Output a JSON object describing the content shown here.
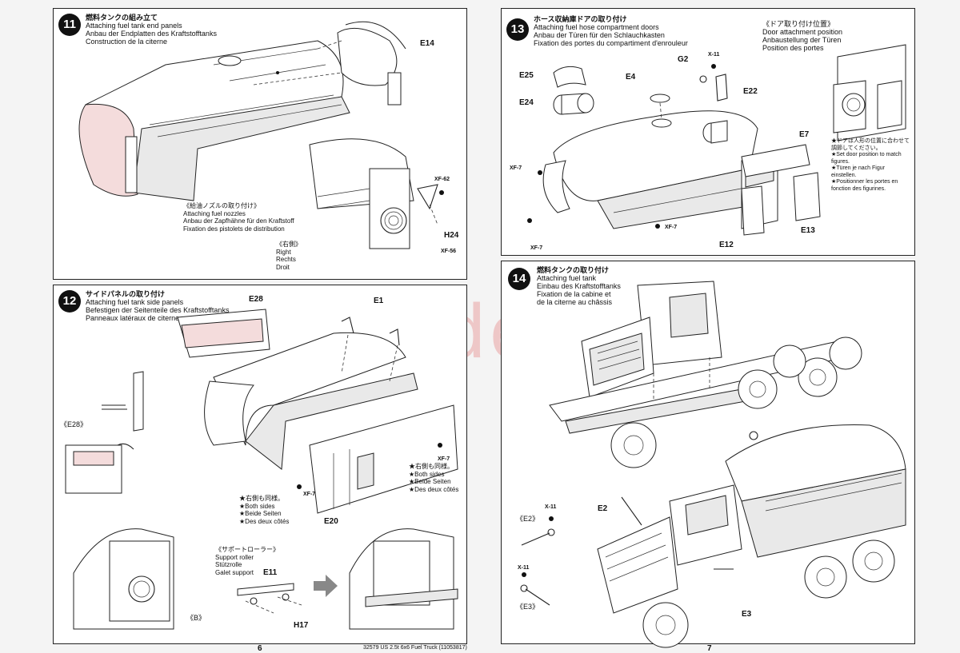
{
  "watermark": "www.modelarikl.cz",
  "footer": {
    "page_left": "6",
    "code": "32579  US 2.5t 6x6 Fuel Truck (11053817)",
    "page_right": "7"
  },
  "step11": {
    "num": "11",
    "title": [
      "燃料タンクの組み立て",
      "Attaching fuel tank end panels",
      "Anbau der Endplatten des Kraftstofftanks",
      "Construction de la citerne"
    ],
    "parts": {
      "e14": "E14",
      "xf62": "XF-62",
      "h24": "H24",
      "xf56": "XF-56"
    },
    "nozzle_note": [
      "《給油ノズルの取り付け》",
      "Attaching fuel nozzles",
      "Anbau der Zapfhähne für den Kraftstoff",
      "Fixation des pistolets de distribution"
    ],
    "right_note": [
      "《右側》",
      "Right",
      "Rechts",
      "Droit"
    ]
  },
  "step12": {
    "num": "12",
    "title": [
      "サイドパネルの取り付け",
      "Attaching fuel tank side panels",
      "Befestigen der Seitenteile des Kraftstofftanks",
      "Panneaux latéraux de citerne"
    ],
    "parts": {
      "e28": "E28",
      "e1": "E1",
      "e20": "E20",
      "xf7a": "XF-7",
      "xf7b": "XF-7",
      "e11": "E11",
      "h17": "H17",
      "e28ref": "《E28》",
      "bref": "《B》"
    },
    "both_sides_a": [
      "★右側も同様。",
      "★Both sides",
      "★Beide Seiten",
      "★Des deux côtés"
    ],
    "both_sides_b": [
      "★右側も同様。",
      "★Both sides",
      "★Beide Seiten",
      "★Des deux côtés"
    ],
    "roller_note": [
      "《サポートローラー》",
      "Support roller",
      "Stützrolle",
      "Galet support"
    ]
  },
  "step13": {
    "num": "13",
    "title": [
      "ホース収納庫ドアの取り付け",
      "Attaching fuel hose compartment doors",
      "Anbau der Türen für den Schlauchkasten",
      "Fixation des portes du compartiment d'enrouleur"
    ],
    "position_title": [
      "《ドア取り付け位置》",
      "Door attachment position",
      "Anbaustellung der Türen",
      "Position des portes"
    ],
    "parts": {
      "e25": "E25",
      "e24": "E24",
      "e4": "E4",
      "g2": "G2",
      "x11": "X-11",
      "e22": "E22",
      "e7": "E7",
      "xf7a": "XF-7",
      "xf7b": "XF-7",
      "xf7c": "XF-7",
      "e12": "E12",
      "e13": "E13"
    },
    "figure_note": [
      "★ドアは人形の位置に合わせて",
      "調節してください。",
      "★Set door position to match",
      "figures.",
      "★Türen je nach Figur",
      "einstellen.",
      "★Positionner les portes en",
      "fonction des figurines."
    ]
  },
  "step14": {
    "num": "14",
    "title": [
      "燃料タンクの取り付け",
      "Attaching fuel tank",
      "Einbau des Kraftstofftanks",
      "Fixation de la cabine et",
      "de la citerne au châssis"
    ],
    "parts": {
      "e2": "E2",
      "e3": "E3",
      "x11a": "X-11",
      "x11b": "X-11",
      "e2ref": "《E2》",
      "e3ref": "《E3》"
    }
  }
}
